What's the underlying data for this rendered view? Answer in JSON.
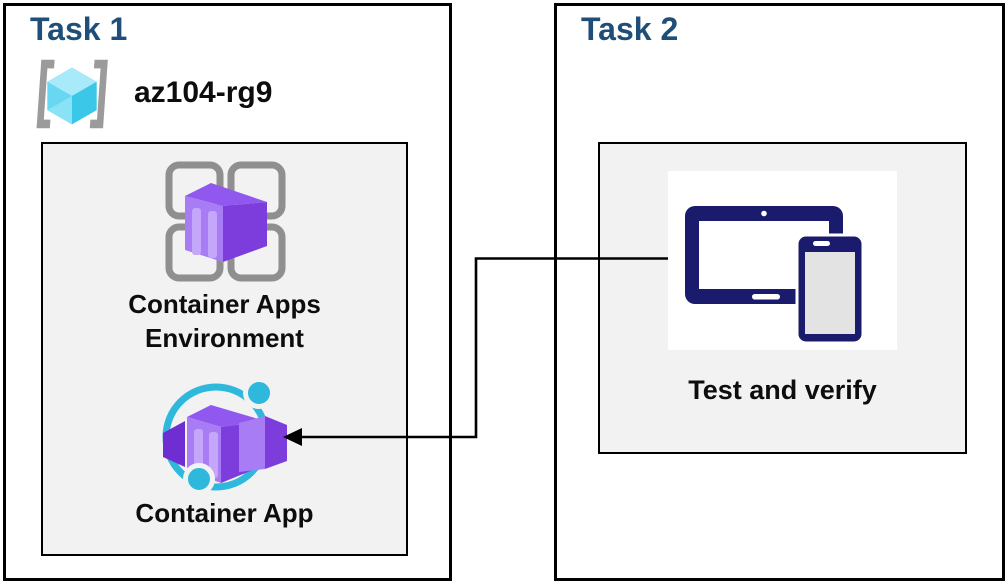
{
  "task1": {
    "title": "Task 1",
    "resource_group": {
      "name": "az104-rg9",
      "icon": "resource-group-icon"
    },
    "panel_items": [
      {
        "icon": "container-apps-environment-icon",
        "label": "Container Apps Environment"
      },
      {
        "icon": "container-app-icon",
        "label": "Container App"
      }
    ]
  },
  "task2": {
    "title": "Task 2",
    "panel_items": [
      {
        "icon": "devices-icon",
        "label": "Test and verify"
      }
    ]
  },
  "connector": {
    "type": "arrow",
    "from": "test-and-verify-icon",
    "to": "container-app-icon"
  },
  "colors": {
    "title-blue": "#1f4e79",
    "border": "#000000",
    "panel-fill": "#f2f2f2",
    "text-black": "#0d0d0d",
    "bracket-gray": "#9b9b9b",
    "rg-cyan-top": "#a8eaf9",
    "rg-cyan-left": "#67d7f2",
    "rg-cyan-right": "#3ac7e8",
    "grid-gray": "#8f8f8f",
    "purple-top": "#9058ee",
    "purple-left": "#a77cf4",
    "purple-front": "#7d3ddd",
    "purple-dark": "#6f2ed2",
    "purple-stripe": "#c4a7fa",
    "teal": "#2eb8dc",
    "navy": "#1b1b6e",
    "phone-screen": "#e3e3e3"
  }
}
